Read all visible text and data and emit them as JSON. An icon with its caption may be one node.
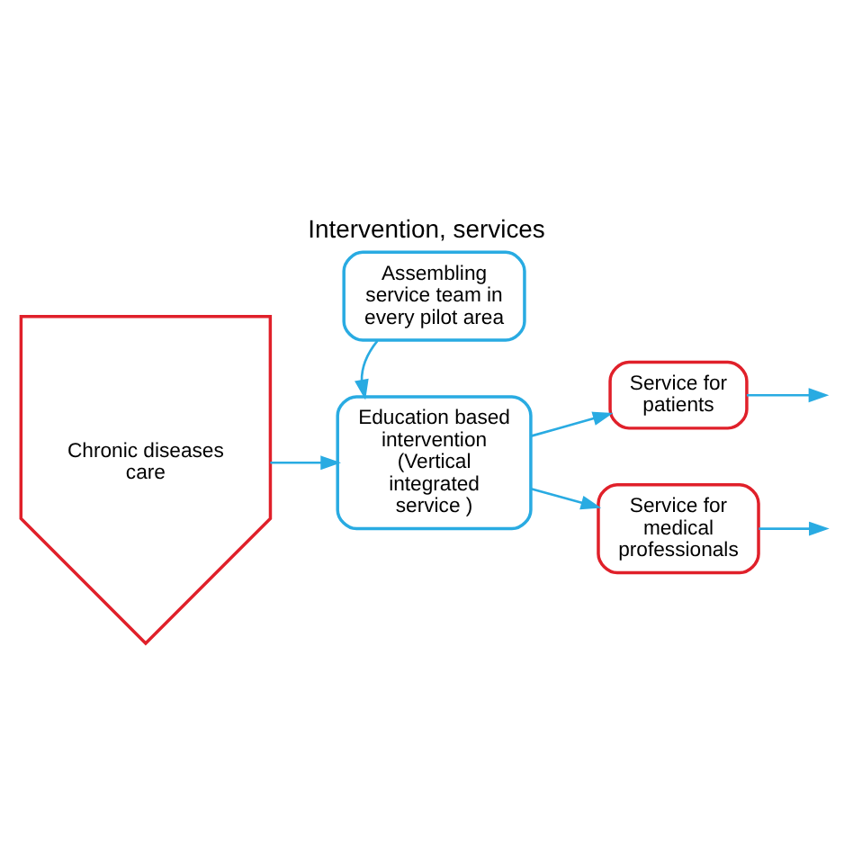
{
  "diagram": {
    "title": "Intervention, services",
    "nodes": [
      {
        "text": [
          "Chronic diseases care"
        ]
      },
      {
        "text": [
          "Assembling service team in every pilot area"
        ]
      },
      {
        "text": [
          "Education based intervention (Vertical integrated service )"
        ]
      },
      {
        "text": [
          "Service for patients"
        ]
      },
      {
        "text": [
          "Service for medical professionals"
        ]
      }
    ],
    "edges": [
      {
        "from": 0,
        "to": 2,
        "arrow": "to"
      },
      {
        "from": 1,
        "to": 2,
        "arrow": "to"
      },
      {
        "from": 2,
        "to": 3,
        "arrow": "to"
      },
      {
        "from": 2,
        "to": 4,
        "arrow": "to"
      },
      {
        "from": 3,
        "to": null,
        "arrow": "to"
      },
      {
        "from": 4,
        "to": null,
        "arrow": "to"
      }
    ]
  }
}
